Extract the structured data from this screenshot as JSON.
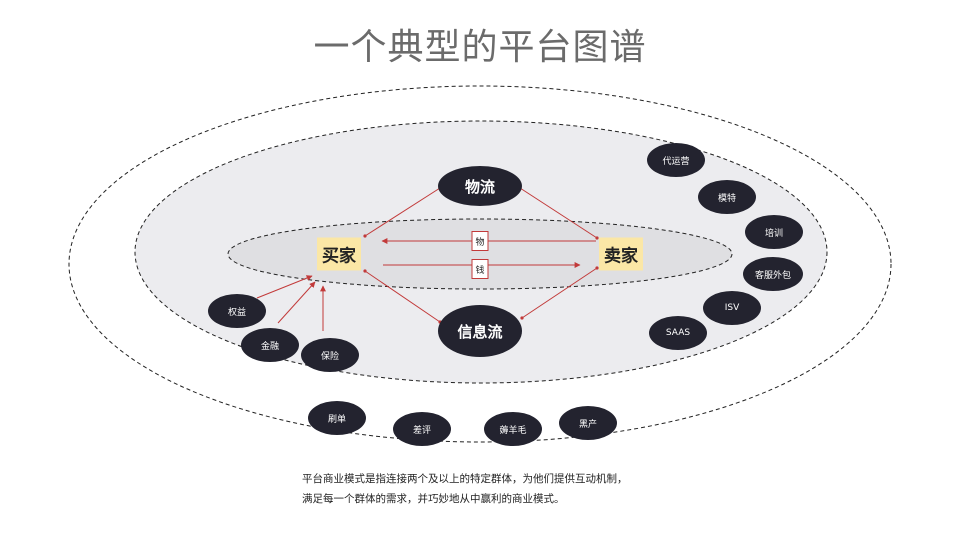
{
  "title": "一个典型的平台图谱",
  "core": {
    "buyer": "买家",
    "seller": "卖家",
    "logistics": "物流",
    "information_flow": "信息流",
    "goods_label": "物",
    "money_label": "钱"
  },
  "buyer_services": [
    "权益",
    "金融",
    "保险"
  ],
  "seller_services": [
    "代运营",
    "模特",
    "培训",
    "客服外包",
    "ISV",
    "SAAS"
  ],
  "outer_risks": [
    "刷单",
    "差评",
    "薅羊毛",
    "黑产"
  ],
  "description": [
    "平台商业模式是指连接两个及以上的特定群体，为他们提供互动机制，",
    "满足每一个群体的需求，并巧妙地从中赢利的商业模式。"
  ],
  "colors": {
    "node": "#23232f",
    "arrow": "#c23a3a",
    "party_fill": "#fbe7a6",
    "ring_fill": "#ececef",
    "core_fill": "#dfdfe2",
    "title": "#6b6b6b"
  }
}
